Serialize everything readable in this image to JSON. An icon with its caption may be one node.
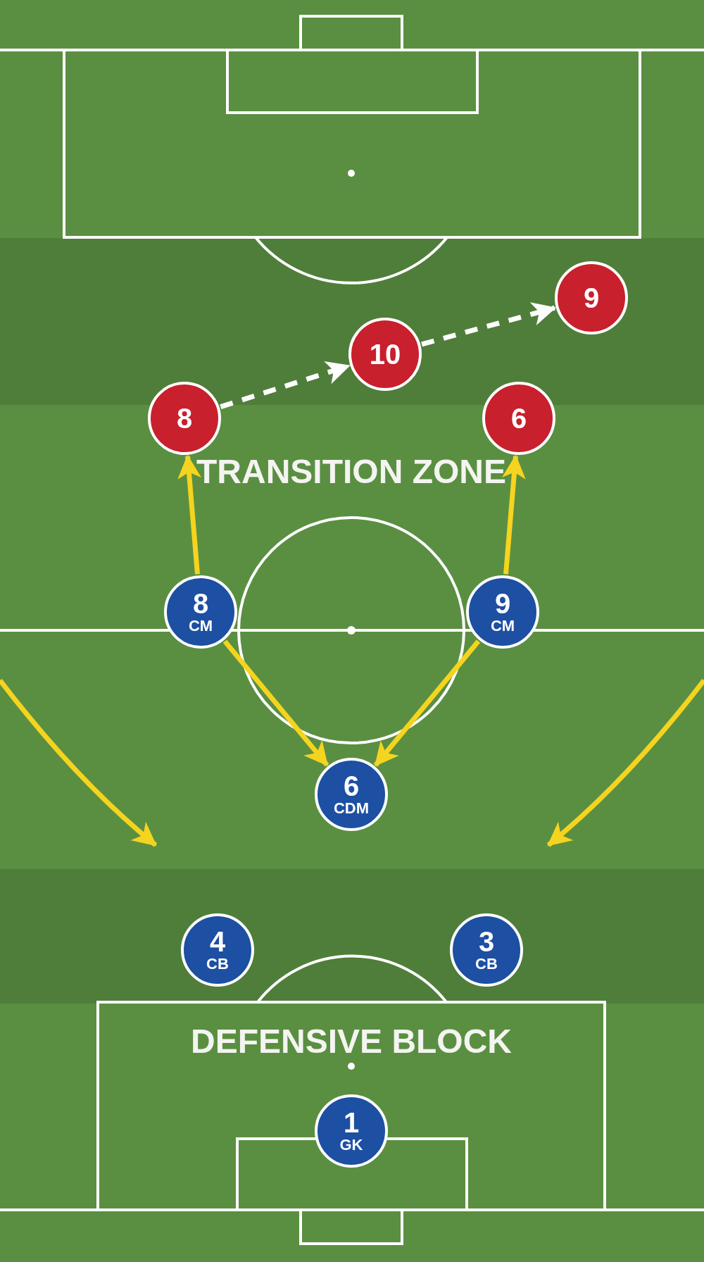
{
  "diagram": {
    "nodes": [
      {
        "text": [
          "9"
        ]
      },
      {
        "text": [
          "10"
        ]
      },
      {
        "text": [
          "8"
        ]
      },
      {
        "text": [
          "6"
        ]
      },
      {
        "text": [
          "8",
          "CM"
        ]
      },
      {
        "text": [
          "9",
          "CM"
        ]
      },
      {
        "text": [
          "6",
          "CDM"
        ]
      },
      {
        "text": [
          "4",
          "CB"
        ]
      },
      {
        "text": [
          "3",
          "CB"
        ]
      },
      {
        "text": [
          "1",
          "GK"
        ]
      }
    ],
    "edges": [
      {
        "from": 2,
        "to": 1,
        "arrow": "to",
        "style": "dashed",
        "color": "#ffffff"
      },
      {
        "from": 1,
        "to": 0,
        "arrow": "to",
        "style": "dashed",
        "color": "#ffffff"
      },
      {
        "from": 4,
        "to": 2,
        "arrow": "to"
      },
      {
        "from": 4,
        "to": 6,
        "arrow": "to"
      },
      {
        "from": 5,
        "to": 3,
        "arrow": "to"
      },
      {
        "from": 5,
        "to": 6,
        "arrow": "to"
      }
    ],
    "labels": [
      "TRANSITION ZONE",
      "DEFENSIVE BLOCK"
    ]
  }
}
